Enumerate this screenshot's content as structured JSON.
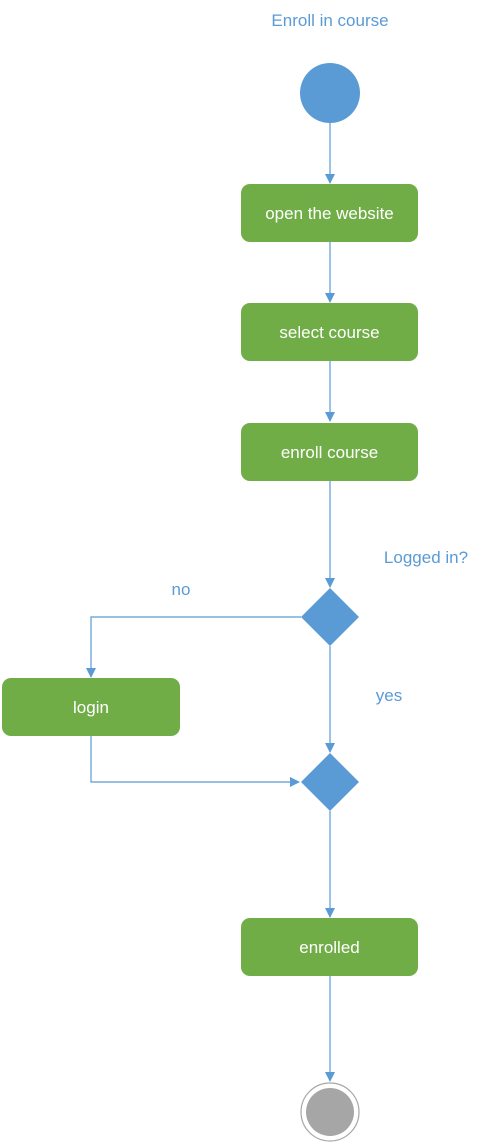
{
  "diagram": {
    "title": "Enroll in course",
    "actions": {
      "open_website": "open the website",
      "select_course": "select course",
      "enroll_course": "enroll course",
      "login": "login",
      "enrolled": "enrolled"
    },
    "decision": {
      "question": "Logged in?",
      "no_label": "no",
      "yes_label": "yes"
    }
  },
  "colors": {
    "action_fill": "#70AD47",
    "accent_blue": "#5B9BD5",
    "end_fill": "#A6A6A6",
    "label_text": "#5B9BD5"
  }
}
